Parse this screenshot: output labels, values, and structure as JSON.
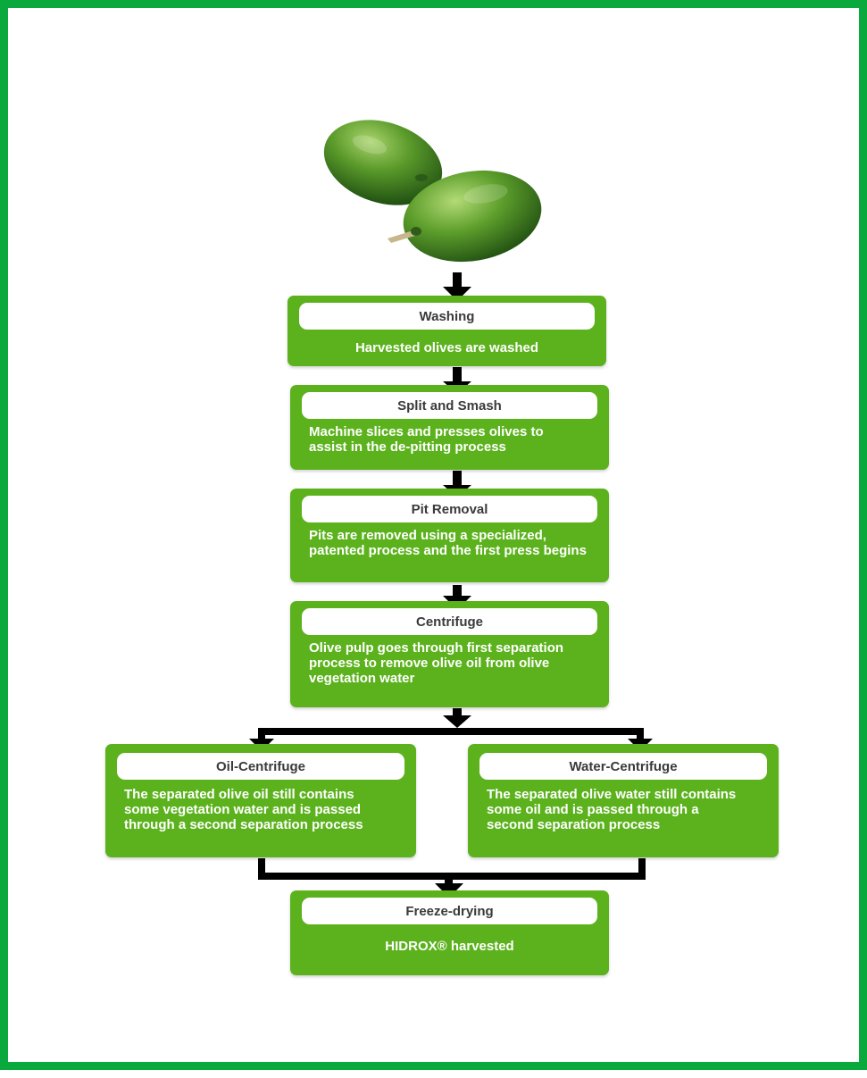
{
  "steps": [
    {
      "key": "washing",
      "title": "Washing",
      "text": "Harvested olives are washed"
    },
    {
      "key": "split-and-smash",
      "title": "Split and Smash",
      "text": "Machine slices and presses olives to assist in the de-pitting process"
    },
    {
      "key": "pit-removal",
      "title": "Pit Removal",
      "text": "Pits are removed using a specialized, patented process and the first press begins"
    },
    {
      "key": "centrifuge",
      "title": "Centrifuge",
      "text": "Olive pulp goes through first separation process to remove olive oil from olive vegetation water"
    },
    {
      "key": "oil-centrifuge",
      "title": "Oil-Centrifuge",
      "text": "The separated olive oil still contains some vegetation water and is passed through a second separation process"
    },
    {
      "key": "water-centrifuge",
      "title": "Water-Centrifuge",
      "text": "The separated olive water still contains some oil and is passed through a second separation process"
    },
    {
      "key": "freeze-drying",
      "title": "Freeze-drying",
      "text": "HIDROX® harvested"
    }
  ],
  "colors": {
    "frame": "#0aa93e",
    "box": "#5cb21d",
    "arrow": "#000000",
    "olive": "#3f8a26"
  }
}
